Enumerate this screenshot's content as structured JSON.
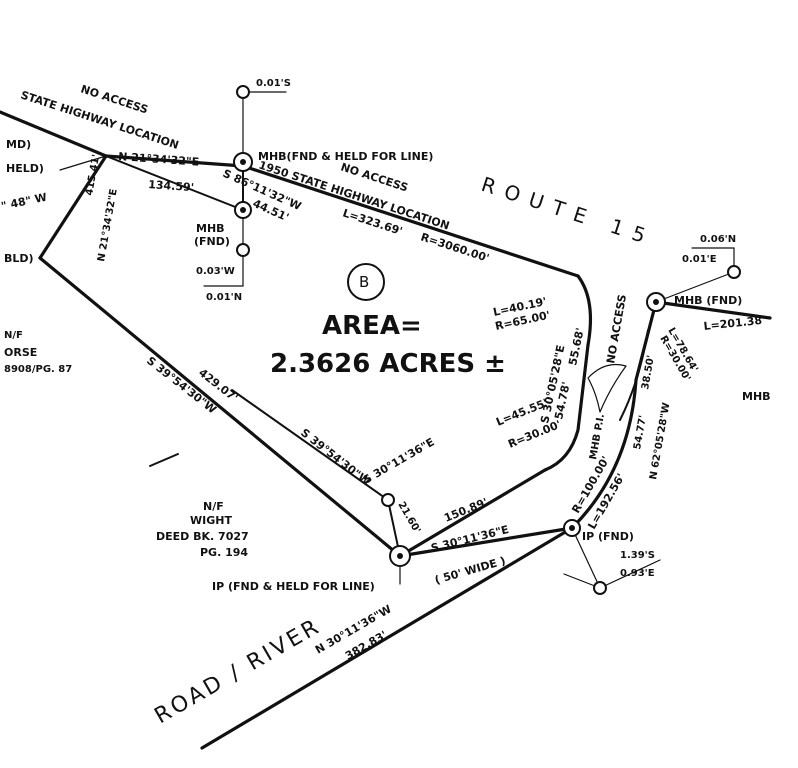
{
  "labels": {
    "no_access_1": "NO ACCESS",
    "state_hwy_1": "STATE HIGHWAY LOCATION",
    "no_access_2": "NO ACCESS",
    "hwy_1950": "1950 STATE HIGHWAY LOCATION",
    "route": "ROUTE 15",
    "no_access_3": "NO ACCESS",
    "mhb_fnd_held": "MHB(FND & HELD FOR LINE)",
    "mhb_fnd_left": "MHB",
    "mhb_fnd_left2": "(FND)",
    "mhb_fnd_right": "MHB (FND)",
    "mhb_p1": "MHB P.I.",
    "ip_fnd_held": "IP (FND & HELD FOR LINE)",
    "ip_fnd": "IP (FND)",
    "parcel": "B",
    "area_line1": "AREA=",
    "area_line2": "2.3626 ACRES ±",
    "wight_nf": "N/F",
    "wight_name": "WIGHT",
    "wight_deed": "DEED BK. 7027",
    "wight_pg": "PG. 194",
    "left_nf": "N/F",
    "left_name": "ORSE",
    "left_deed": "8908/PG. 87",
    "road_name": "ROAD / RIVER",
    "road_width": "( 50' WIDE )",
    "mhb_far_right": "MHB",
    "left_md": "MD)",
    "left_held": "HELD)",
    "left_bld": "BLD)",
    "left_bearing_frag": "\" 48\" W"
  },
  "offsets": {
    "o1": "0.01'S",
    "o2": "0.03'W",
    "o3": "0.01'N",
    "o4": "0.06'N",
    "o5": "0.01'E",
    "o6": "1.39'S",
    "o7": "0.93'E"
  },
  "bearings": {
    "b_north_top": "N 21°34'32\"E",
    "d_north_top": "134.59'",
    "b_mhb": "S 86°11'32\"W",
    "d_mhb": "44.51'",
    "curve_hwy_l": "L=323.69'",
    "curve_hwy_r": "R=3060.00'",
    "curve2_l": "L=40.19'",
    "curve2_r": "R=65.00'",
    "b_east1": "S 30°05'28\"E",
    "d_east1": "54.78'",
    "d_east2": "55.68'",
    "curve3_l": "L=45.55'",
    "curve3_r": "R=30.00'",
    "b_west_long": "S 39°54'30\"W",
    "d_west_long": "429.07'",
    "b_inner1": "S 39°54'30\"W",
    "b_inner2": "S 30°11'36\"E",
    "d_inner_short": "21.60'",
    "d_inner_road": "150.89'",
    "b_road_inner": "S 30°11'36\"E",
    "curve_ip_l": "L=192.56'",
    "curve_ip_r": "R=100.00'",
    "b_road": "N 30°11'36\"W",
    "d_road": "382.83'",
    "left_dist": "415.41'",
    "left_bearing": "N 21°34'32\"E",
    "right_curve_l": "L=201.38'",
    "right_curve_l2": "L=78.64'",
    "right_curve_r2": "R=30.00'",
    "right_d1": "38.50'",
    "right_d2": "54.77'",
    "right_b": "N 62°05'28\"W"
  }
}
